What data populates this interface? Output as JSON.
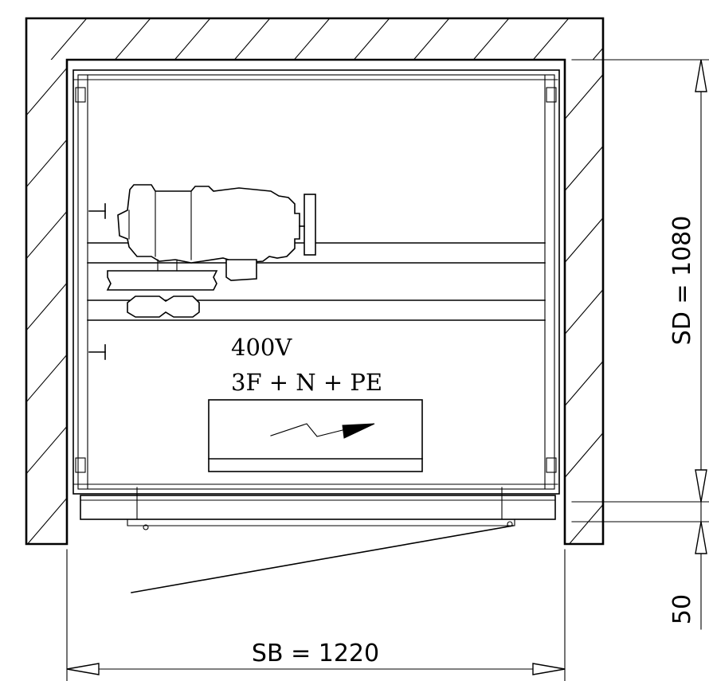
{
  "drawing": {
    "power_note": {
      "voltage": "400V",
      "phases": "3F + N + PE"
    },
    "dimensions": {
      "shaft_width": "SB = 1220",
      "shaft_depth": "SD = 1080",
      "bottom_gap": "50"
    },
    "icons": [
      "lightning-bolt-icon"
    ]
  }
}
